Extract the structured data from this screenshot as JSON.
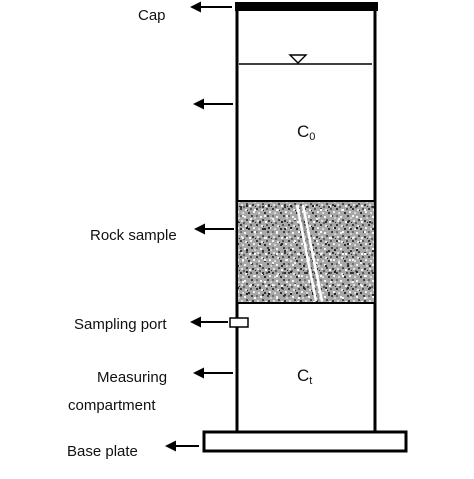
{
  "diagram": {
    "labels": {
      "cap": "Cap",
      "rock_sample": "Rock sample",
      "sampling_port": "Sampling port",
      "measuring_line1": "Measuring",
      "measuring_line2": "compartment",
      "base_plate": "Base plate"
    },
    "upper_compartment": {
      "symbol": "C",
      "subscript": "0"
    },
    "lower_compartment": {
      "symbol": "C",
      "subscript": "t"
    },
    "colors": {
      "line": "#000000",
      "background": "#ffffff"
    }
  }
}
